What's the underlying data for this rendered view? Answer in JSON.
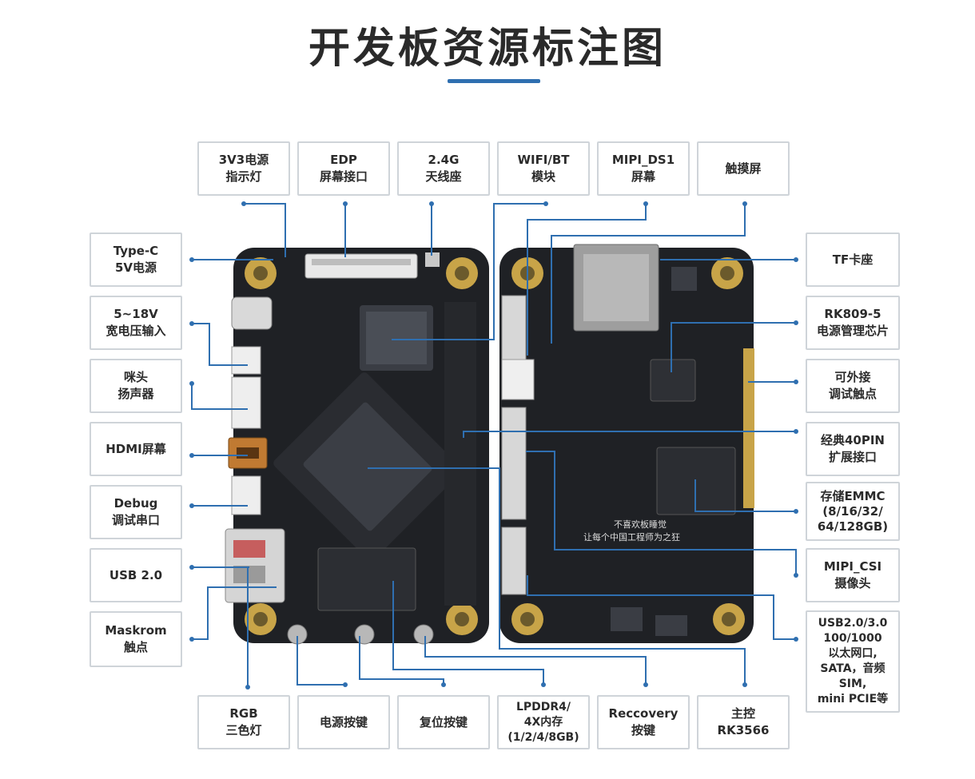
{
  "title": "开发板资源标注图",
  "colors": {
    "accent": "#2f6fb0",
    "leader": "#2f6fb0",
    "board": "#1f2125",
    "gold": "#c8a448"
  },
  "labels": {
    "top": [
      {
        "id": "3v3",
        "lines": [
          "3V3电源",
          "指示灯"
        ]
      },
      {
        "id": "edp",
        "lines": [
          "EDP",
          "屏幕接口"
        ]
      },
      {
        "id": "ant",
        "lines": [
          "2.4G",
          "天线座"
        ]
      },
      {
        "id": "wifi",
        "lines": [
          "WIFI/BT",
          "模块"
        ]
      },
      {
        "id": "mipi-dsi",
        "lines": [
          "MIPI_DS1",
          "屏幕"
        ]
      },
      {
        "id": "touch",
        "lines": [
          "触摸屏"
        ]
      }
    ],
    "left": [
      {
        "id": "typec",
        "lines": [
          "Type-C",
          "5V电源"
        ]
      },
      {
        "id": "dcin",
        "lines": [
          "5~18V",
          "宽电压输入"
        ]
      },
      {
        "id": "mic",
        "lines": [
          "咪头",
          "扬声器"
        ]
      },
      {
        "id": "hdmi",
        "lines": [
          "HDMI屏幕"
        ]
      },
      {
        "id": "debug",
        "lines": [
          "Debug",
          "调试串口"
        ]
      },
      {
        "id": "usb",
        "lines": [
          "USB 2.0"
        ]
      },
      {
        "id": "maskrom",
        "lines": [
          "Maskrom",
          "触点"
        ]
      }
    ],
    "right": [
      {
        "id": "tf",
        "lines": [
          "TF卡座"
        ]
      },
      {
        "id": "rk809",
        "lines": [
          "RK809-5",
          "电源管理芯片"
        ]
      },
      {
        "id": "testpts",
        "lines": [
          "可外接",
          "调试触点"
        ]
      },
      {
        "id": "gpio40",
        "lines": [
          "经典40PIN",
          "扩展接口"
        ]
      },
      {
        "id": "emmc",
        "lines": [
          "存储EMMC",
          "(8/16/32/",
          "64/128GB)"
        ]
      },
      {
        "id": "mipi-csi",
        "lines": [
          "MIPI_CSI",
          "摄像头"
        ]
      },
      {
        "id": "pcie",
        "lines": [
          "USB2.0/3.0",
          "100/1000",
          "以太网口,",
          "SATA，音频",
          "SIM,",
          "mini PCIE等"
        ]
      }
    ],
    "bottom": [
      {
        "id": "rgb",
        "lines": [
          "RGB",
          "三色灯"
        ]
      },
      {
        "id": "pwrkey",
        "lines": [
          "电源按键"
        ]
      },
      {
        "id": "rstkey",
        "lines": [
          "复位按键"
        ]
      },
      {
        "id": "lpddr",
        "lines": [
          "LPDDR4/",
          "4X内存",
          "(1/2/4/8GB)"
        ]
      },
      {
        "id": "recovery",
        "lines": [
          "Reccovery",
          "按键"
        ]
      },
      {
        "id": "soc",
        "lines": [
          "主控",
          "RK3566"
        ]
      }
    ]
  },
  "board_marks": {
    "silk_line1": "不喜欢板睡觉",
    "silk_line2": "让每个中国工程师为之狂"
  }
}
